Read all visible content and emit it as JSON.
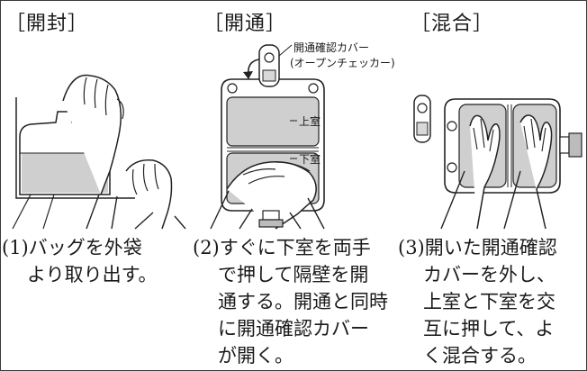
{
  "panels": [
    {
      "heading": "［開封］",
      "caption_num": "(1)",
      "caption_lines": [
        "バッグを外袋",
        "より取り出す。"
      ]
    },
    {
      "heading": "［開通］",
      "caption_num": "(2)",
      "caption_lines": [
        "すぐに下室を両手",
        "で押して隔壁を開",
        "通する。開通と同時",
        "に開通確認カバー",
        "が開く。"
      ],
      "annotations": {
        "cover_line1": "開通確認カバー",
        "cover_line2": "(オープンチェッカー)",
        "upper": "上室",
        "lower": "下室"
      }
    },
    {
      "heading": "［混合］",
      "caption_num": "(3)",
      "caption_lines": [
        "開いた開通確認",
        "カバーを外し、",
        "上室と下室を交",
        "互に押して、よ",
        "く混合する。"
      ]
    }
  ],
  "colors": {
    "ink": "#1a1a1a",
    "bag_fill": "#d0d0d0",
    "bag_fill_dark": "#b4b4b4",
    "line": "#222222"
  }
}
